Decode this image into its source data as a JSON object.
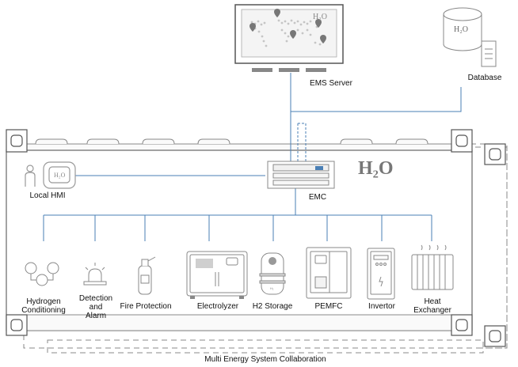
{
  "labels": {
    "ems_server": "EMS Server",
    "database": "Database",
    "local_hmi": "Local HMI",
    "emc": "EMC",
    "hydrogen_conditioning_1": "Hydrogen",
    "hydrogen_conditioning_2": "Conditioning",
    "detection_1": "Detection",
    "detection_2": "and",
    "detection_3": "Alarm",
    "fire_protection": "Fire Protection",
    "electrolyzer": "Electrolyzer",
    "h2_storage": "H2 Storage",
    "pemfc": "PEMFC",
    "invertor": "Invertor",
    "heat_exchanger_1": "Heat",
    "heat_exchanger_2": "Exchanger",
    "footer": "Multi Energy System Collaboration"
  },
  "logo_text": "H₂O",
  "h2_tank_mark": "H₂",
  "colors": {
    "line_blue": "#4a7fb5",
    "outline_gray": "#777777",
    "light_gray": "#bfbfbf",
    "fill_gray": "#f2f2f2",
    "label_text": "#111111"
  }
}
